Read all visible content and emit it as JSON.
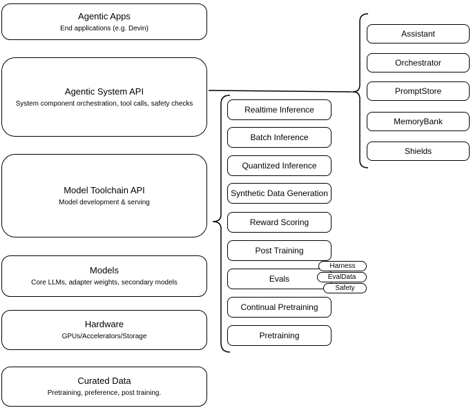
{
  "diagram": {
    "title": "Agentic system stack diagram",
    "colors": {
      "border": "#000000",
      "background": "#ffffff",
      "text": "#000000"
    },
    "left_stack": [
      {
        "title": "Agentic Apps",
        "subtitle": "End applications (e.g. Devin)"
      },
      {
        "title": "Agentic System API",
        "subtitle": "System component orchestration, tool calls, safety checks"
      },
      {
        "title": "Model Toolchain API",
        "subtitle": "Model development & serving"
      },
      {
        "title": "Models",
        "subtitle": "Core LLMs, adapter weights, secondary models"
      },
      {
        "title": "Hardware",
        "subtitle": "GPUs/Accelerators/Storage"
      },
      {
        "title": "Curated Data",
        "subtitle": "Pretraining, preference, post training."
      }
    ],
    "toolchain_services": [
      "Realtime Inference",
      "Batch Inference",
      "Quantized Inference",
      "Synthetic Data Generation",
      "Reward Scoring",
      "Post Training",
      "Evals",
      "Continual Pretraining",
      "Pretraining"
    ],
    "eval_tags": [
      "Harness",
      "EvalData",
      "Safety"
    ],
    "system_components": [
      "Assistant",
      "Orchestrator",
      "PromptStore",
      "MemoryBank",
      "Shields"
    ]
  }
}
